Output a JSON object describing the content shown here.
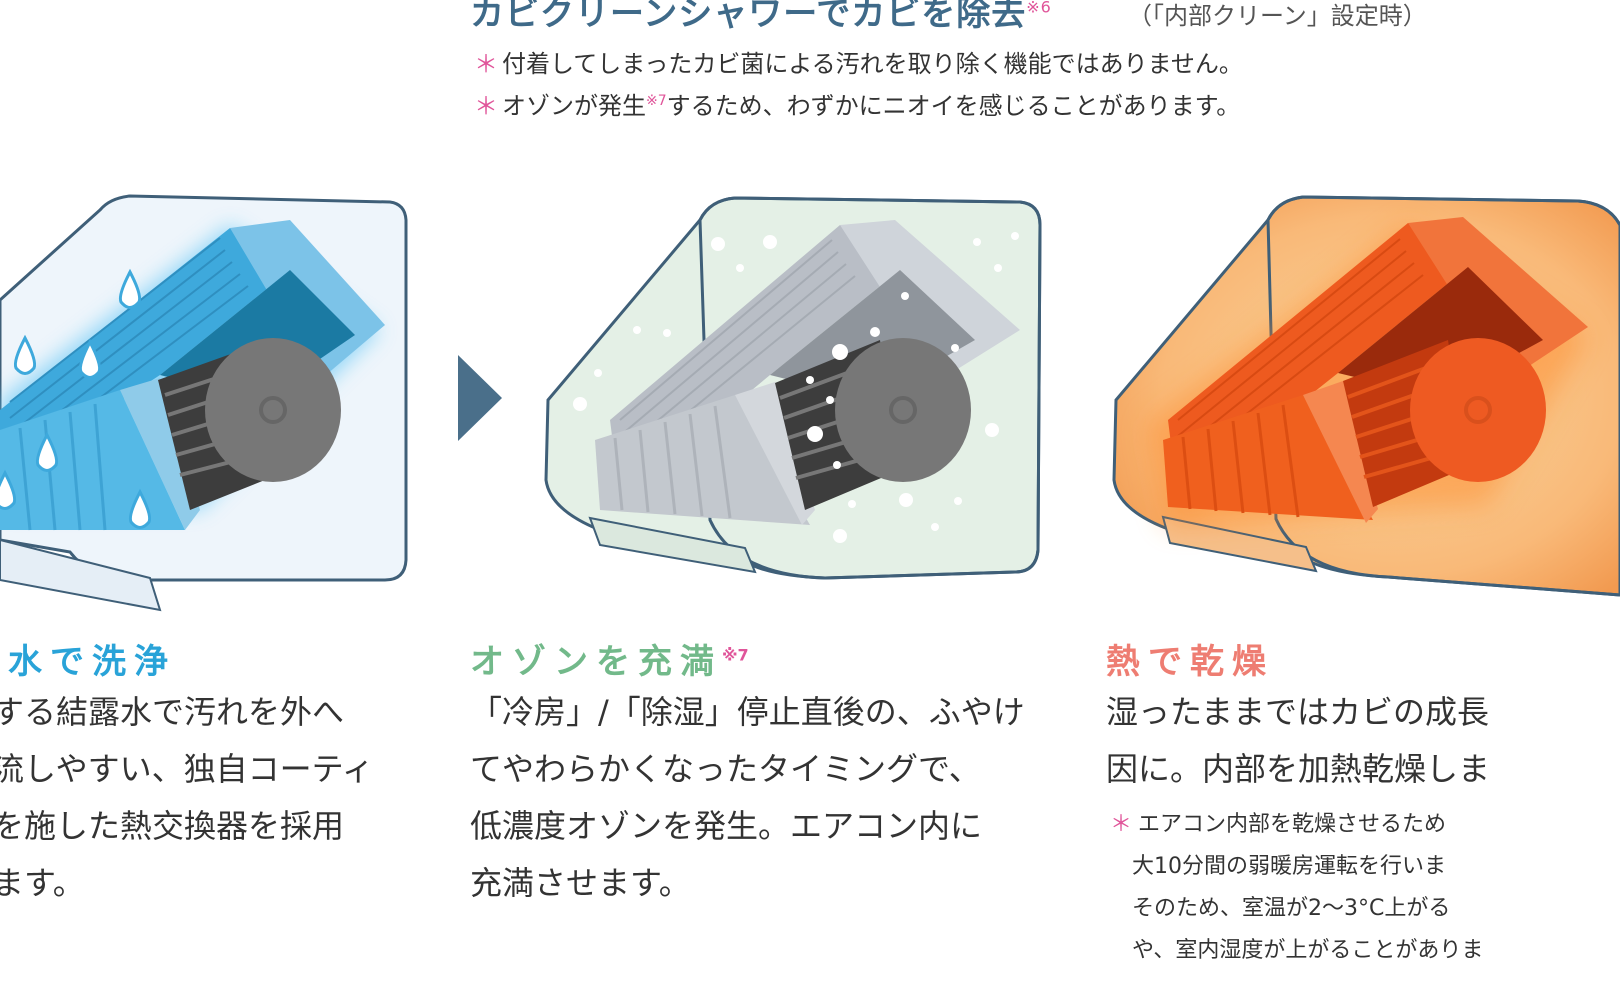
{
  "header": {
    "title": "カビクリーンシャワーでカビを除去",
    "title_ref": "※6",
    "mode": "（「内部クリーン」設定時）"
  },
  "notes": [
    {
      "asterisk": "＊",
      "text": "付着してしまったカビ菌による汚れを取り除く機能ではありません。",
      "ref": "",
      "after": ""
    },
    {
      "asterisk": "＊",
      "text": "オゾンが発生",
      "ref": "※7",
      "after": "するため、わずかにニオイを感じることがあります。"
    }
  ],
  "steps": [
    {
      "title": "水で洗浄",
      "title_ref": "",
      "title_color": "#29a3d8",
      "body": [
        "する結露水で汚れを外へ",
        "流しやすい、独自コーティ",
        "を施した熱交換器を採用",
        "ます。"
      ]
    },
    {
      "title": "オゾンを充満",
      "title_ref": "※7",
      "title_color": "#72b98a",
      "body": [
        "「冷房」/「除湿」停止直後の、ふやけ",
        "てやわらかくなったタイミングで、",
        "低濃度オゾンを発生。エアコン内に",
        "充満させます。"
      ]
    },
    {
      "title": "熱で乾燥",
      "title_ref": "",
      "title_color": "#ee7d72",
      "body": [
        "湿ったままではカビの成長",
        "因に。内部を加熱乾燥しま"
      ],
      "notes": [
        "エアコン内部を乾燥させるため",
        "大10分間の弱暖房運転を行いま",
        "そのため、室温が2〜3°C上がる",
        "や、室内湿度が上がることがありま"
      ],
      "note_asterisk": "＊"
    }
  ],
  "colors": {
    "outline": "#3f5f78",
    "arrow": "#4a6f8a",
    "water_main": "#3ea9dc",
    "ozone_main": "#a7adb6",
    "heat_main": "#ee5a1f"
  },
  "icons": [
    "water-drop-icon",
    "ozone-dot-icon",
    "arrow-right-icon",
    "fan-icon"
  ]
}
